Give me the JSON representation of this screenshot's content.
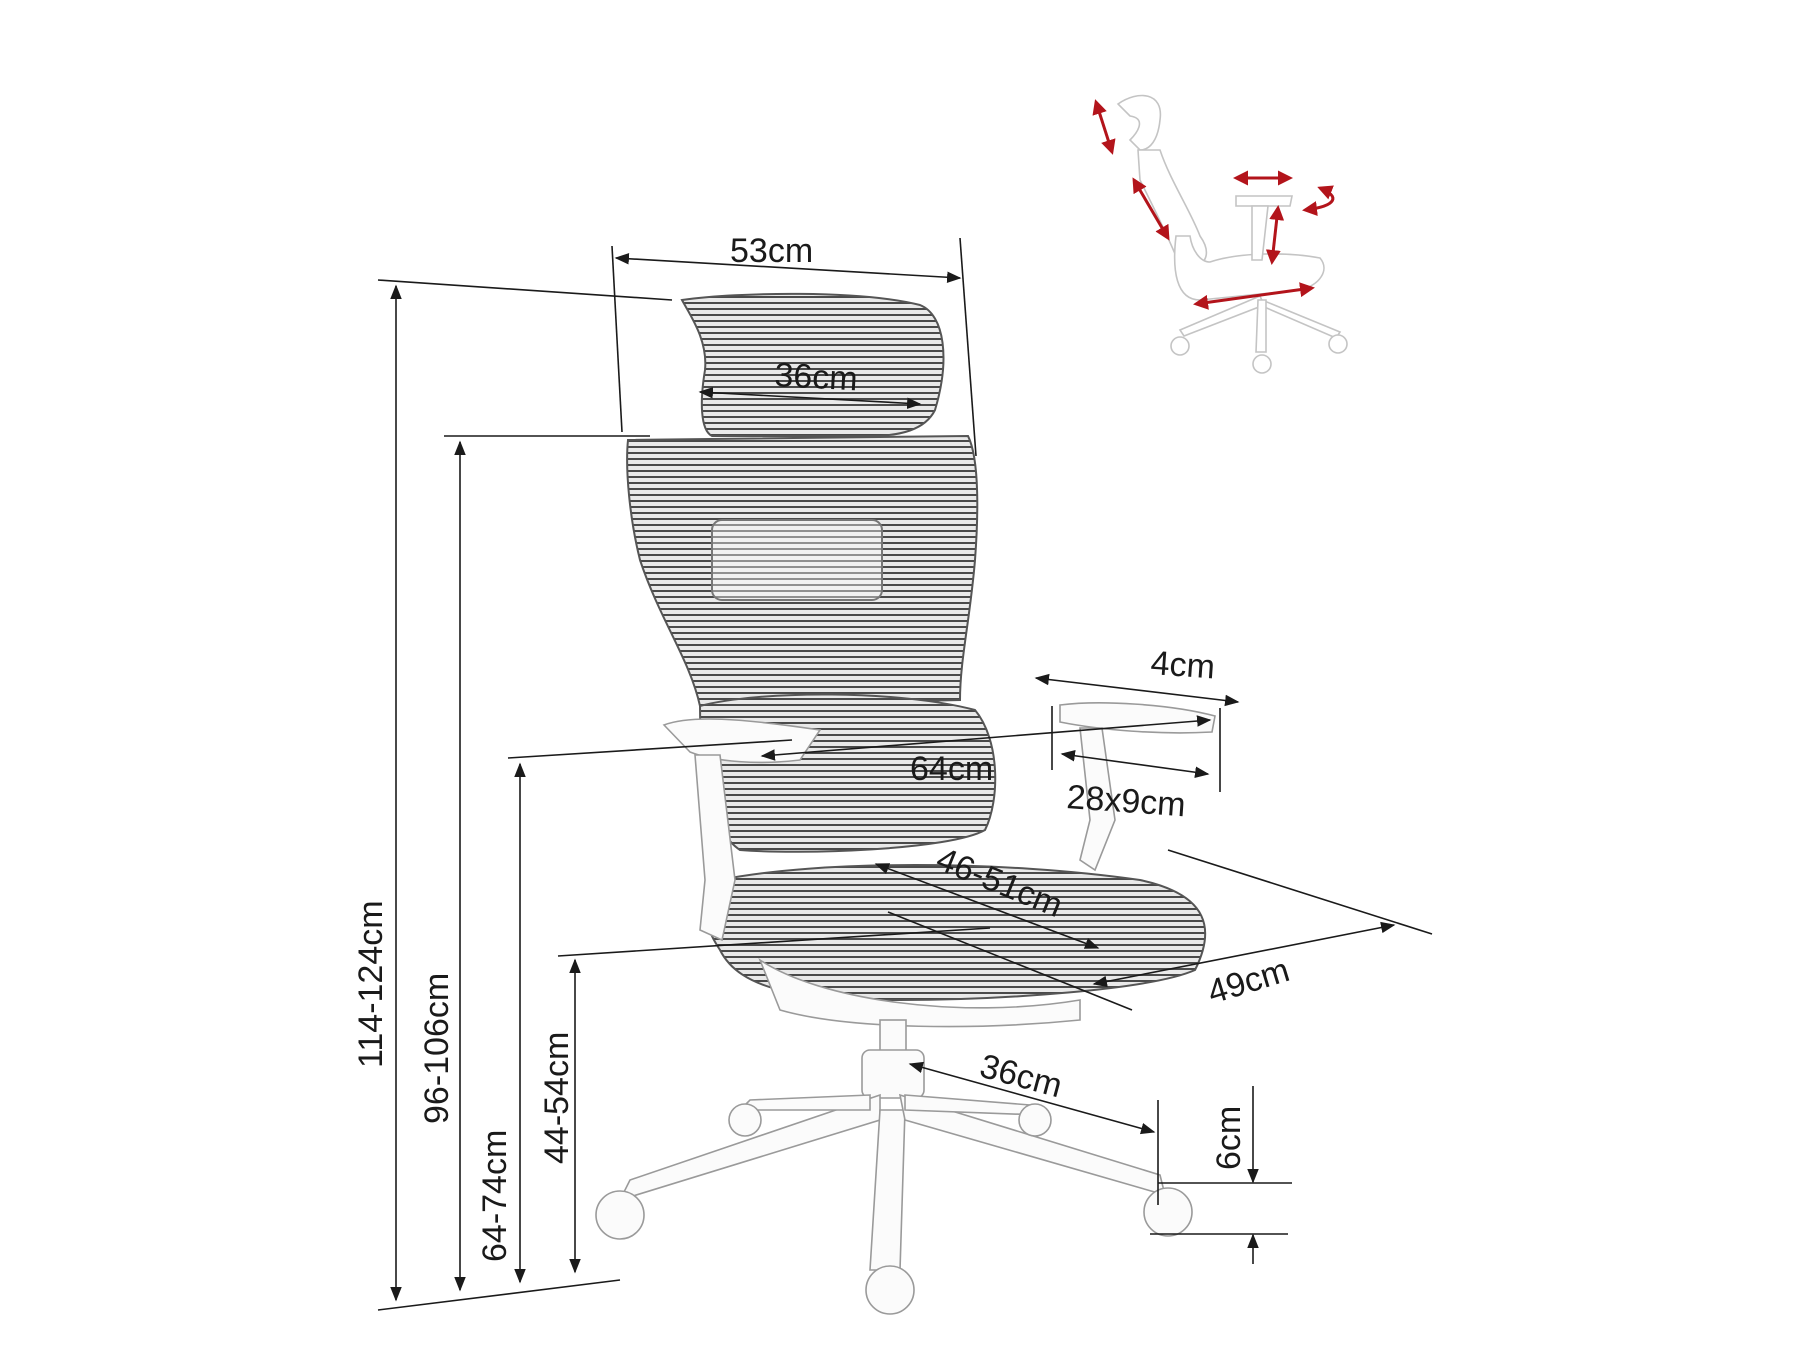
{
  "diagram": {
    "subject": "Ergonomic mesh office chair with headrest — dimensions",
    "colors": {
      "line": "#1a1a1a",
      "mesh": "#6b6b6b",
      "adjustment_arrows": "#b3141b",
      "background": "#ffffff"
    },
    "dimensions": {
      "overall_width": "53cm",
      "headrest_width": "36cm",
      "armrest_depth": "4cm",
      "width_between_armrests": "64cm",
      "armrest_pad": "28x9cm",
      "seat_depth": "46-51cm",
      "seat_width": "49cm",
      "base_radius": "36cm",
      "caster_height": "6cm",
      "total_height": "114-124cm",
      "backrest_top_height": "96-106cm",
      "armrest_height": "64-74cm",
      "seat_height": "44-54cm"
    },
    "inset": {
      "description": "Side view sketch with red adjustment arrows",
      "adjustments": [
        "headrest-height",
        "backrest-lumbar",
        "armrest-slide",
        "armrest-rotate",
        "armrest-height",
        "seat-depth"
      ]
    }
  }
}
